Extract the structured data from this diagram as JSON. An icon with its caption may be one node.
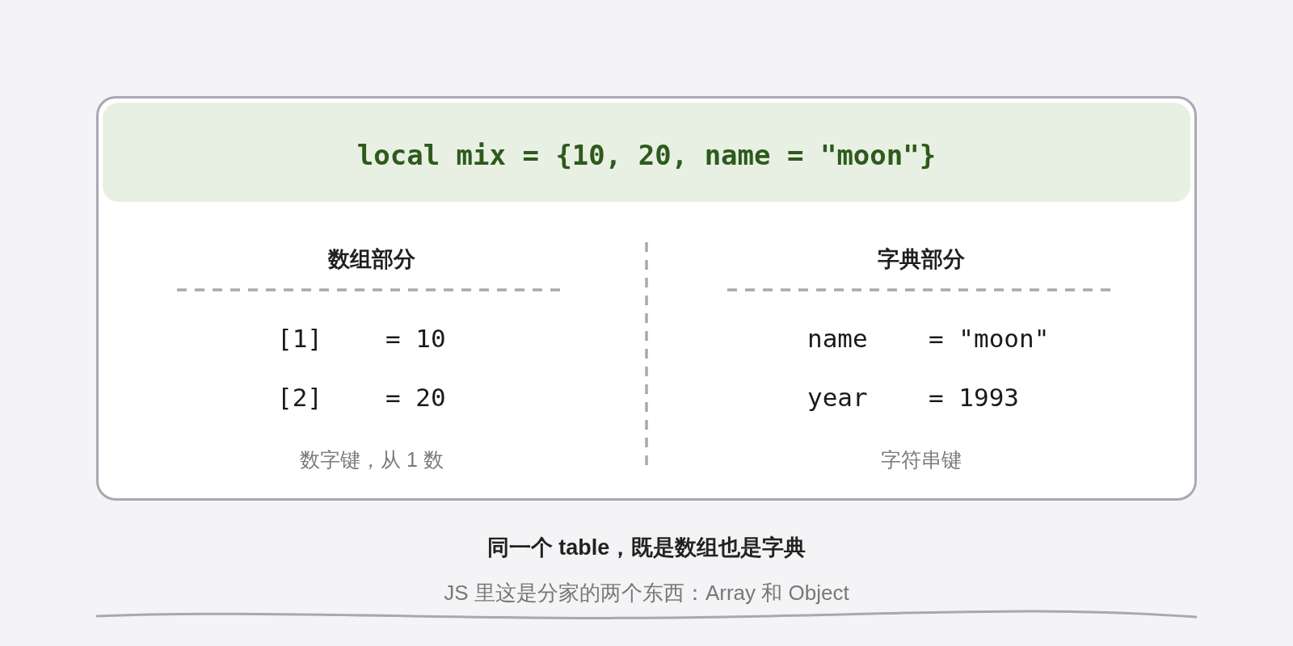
{
  "diagram": {
    "caption": "同一个 table，既是数组也是字典",
    "nodes": [
      {
        "text": [],
        "shape": "box"
      },
      {
        "text": [
          "local mix = {10, 20, name = \"moon\"}"
        ],
        "in": 0
      }
    ],
    "labels": [
      "数组部分",
      "字典部分",
      "[1]",
      "= 10",
      "name",
      "= \"moon\"",
      "[2]",
      "= 20",
      "year",
      "= 1993",
      "数字键，从 1 数",
      "字符串键",
      "JS 里这是分家的两个东西：Array 和 Object"
    ]
  }
}
